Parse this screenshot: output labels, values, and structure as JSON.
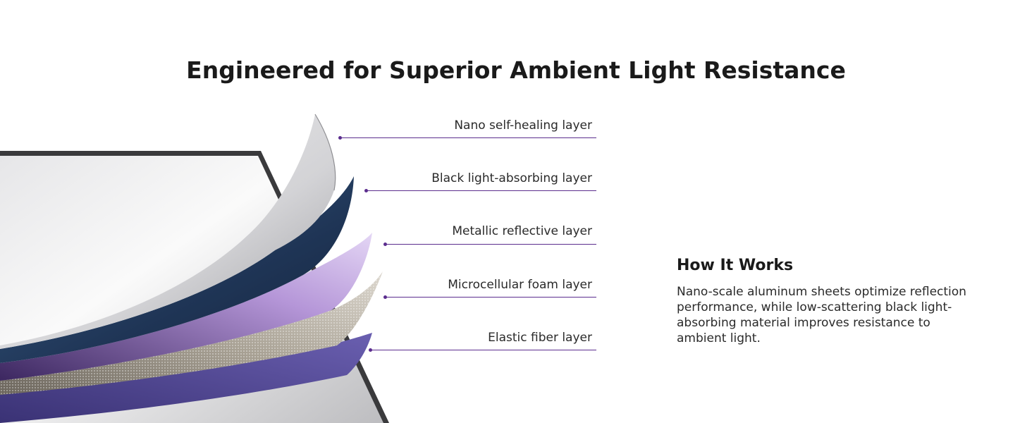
{
  "headline": "Engineered for Superior Ambient Light Resistance",
  "layers": [
    {
      "label": "Nano self-healing layer"
    },
    {
      "label": "Black light-absorbing layer"
    },
    {
      "label": "Metallic reflective layer"
    },
    {
      "label": "Microcellular foam layer"
    },
    {
      "label": "Elastic fiber layer"
    }
  ],
  "how_it_works": {
    "title": "How It Works",
    "body": "Nano-scale aluminum sheets optimize reflection performance, while low-scattering black light-absorbing material improves resistance to ambient light."
  },
  "colors": {
    "accent": "#5b2d8e",
    "frame": "#3a3a3c",
    "self_healing": "#d9d9db",
    "black_absorbing": "#2c4a6e",
    "metallic": "#c9b3e6",
    "foam": "#b9b2a6",
    "elastic_fiber": "#4a3f8f"
  }
}
